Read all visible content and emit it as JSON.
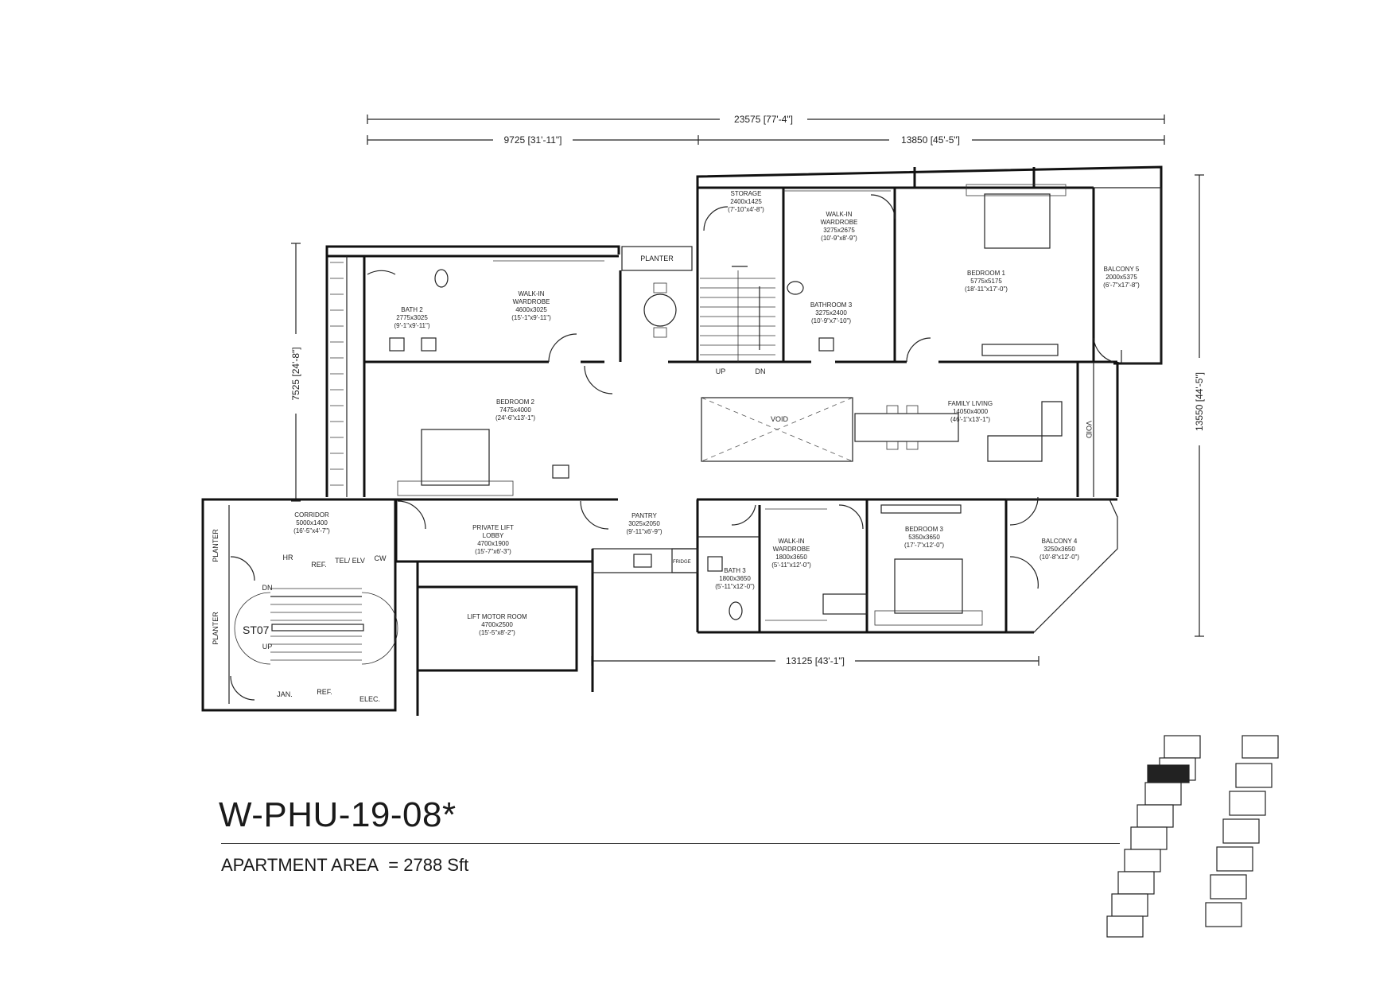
{
  "unit": {
    "title": "W-PHU-19-08*",
    "area_label": "APARTMENT AREA",
    "area_value": "= 2788 Sft"
  },
  "dimensions": {
    "overall_width": "23575 [77'-4\"]",
    "left_width": "9725 [31'-11\"]",
    "right_width": "13850 [45'-5\"]",
    "left_height": "7525 [24'-8\"]",
    "right_height": "13550 [44'-5\"]",
    "bottom_width": "13125 [43'-1\"]"
  },
  "rooms": {
    "storage": {
      "name": "STORAGE",
      "size": "2400x1425",
      "imperial": "(7'-10\"x4'-8\")"
    },
    "walkin_wardrobe_1": {
      "name": "WALK-IN",
      "name2": "WARDROBE",
      "size": "3275x2675",
      "imperial": "(10'-9\"x8'-9\")"
    },
    "bedroom_1": {
      "name": "BEDROOM 1",
      "size": "5775x5175",
      "imperial": "(18'-11\"x17'-0\")"
    },
    "balcony_5": {
      "name": "BALCONY 5",
      "size": "2000x5375",
      "imperial": "(6'-7\"x17'-8\")"
    },
    "bath_2": {
      "name": "BATH 2",
      "size": "2775x3025",
      "imperial": "(9'-1\"x9'-11\")"
    },
    "walkin_wardrobe_2": {
      "name": "WALK-IN",
      "name2": "WARDROBE",
      "size": "4600x3025",
      "imperial": "(15'-1\"x9'-11\")"
    },
    "bathroom_3": {
      "name": "BATHROOM 3",
      "size": "3275x2400",
      "imperial": "(10'-9\"x7'-10\")"
    },
    "bedroom_2": {
      "name": "BEDROOM 2",
      "size": "7475x4000",
      "imperial": "(24'-6\"x13'-1\")"
    },
    "family_living": {
      "name": "FAMILY LIVING",
      "size": "14050x4000",
      "imperial": "(46'-1\"x13'-1\")"
    },
    "corridor": {
      "name": "CORRIDOR",
      "size": "5000x1400",
      "imperial": "(16'-5\"x4'-7\")"
    },
    "private_lift_lobby": {
      "name": "PRIVATE LIFT",
      "name2": "LOBBY",
      "size": "4700x1900",
      "imperial": "(15'-7\"x6'-3\")"
    },
    "pantry": {
      "name": "PANTRY",
      "size": "3025x2050",
      "imperial": "(9'-11\"x6'-9\")"
    },
    "bath_3": {
      "name": "BATH 3",
      "size": "1800x3650",
      "imperial": "(5'-11\"x12'-0\")"
    },
    "walkin_wardrobe_3": {
      "name": "WALK-IN",
      "name2": "WARDROBE",
      "size": "1800x3650",
      "imperial": "(5'-11\"x12'-0\")"
    },
    "bedroom_3": {
      "name": "BEDROOM 3",
      "size": "5350x3650",
      "imperial": "(17'-7\"x12'-0\")"
    },
    "balcony_4": {
      "name": "BALCONY 4",
      "size": "3250x3650",
      "imperial": "(10'-8\"x12'-0\")"
    },
    "lift_motor_room": {
      "name": "LIFT MOTOR ROOM",
      "size": "4700x2500",
      "imperial": "(15'-5\"x8'-2\")"
    }
  },
  "labels": {
    "planter": "PLANTER",
    "void": "VOID",
    "up": "UP",
    "dn": "DN",
    "st07": "ST07",
    "fridge": "FRIDGE",
    "hr": "HR",
    "ref": "REF.",
    "tel_elv": "TEL/ ELV",
    "cw": "CW",
    "jan": "JAN.",
    "elec": "ELEC."
  }
}
